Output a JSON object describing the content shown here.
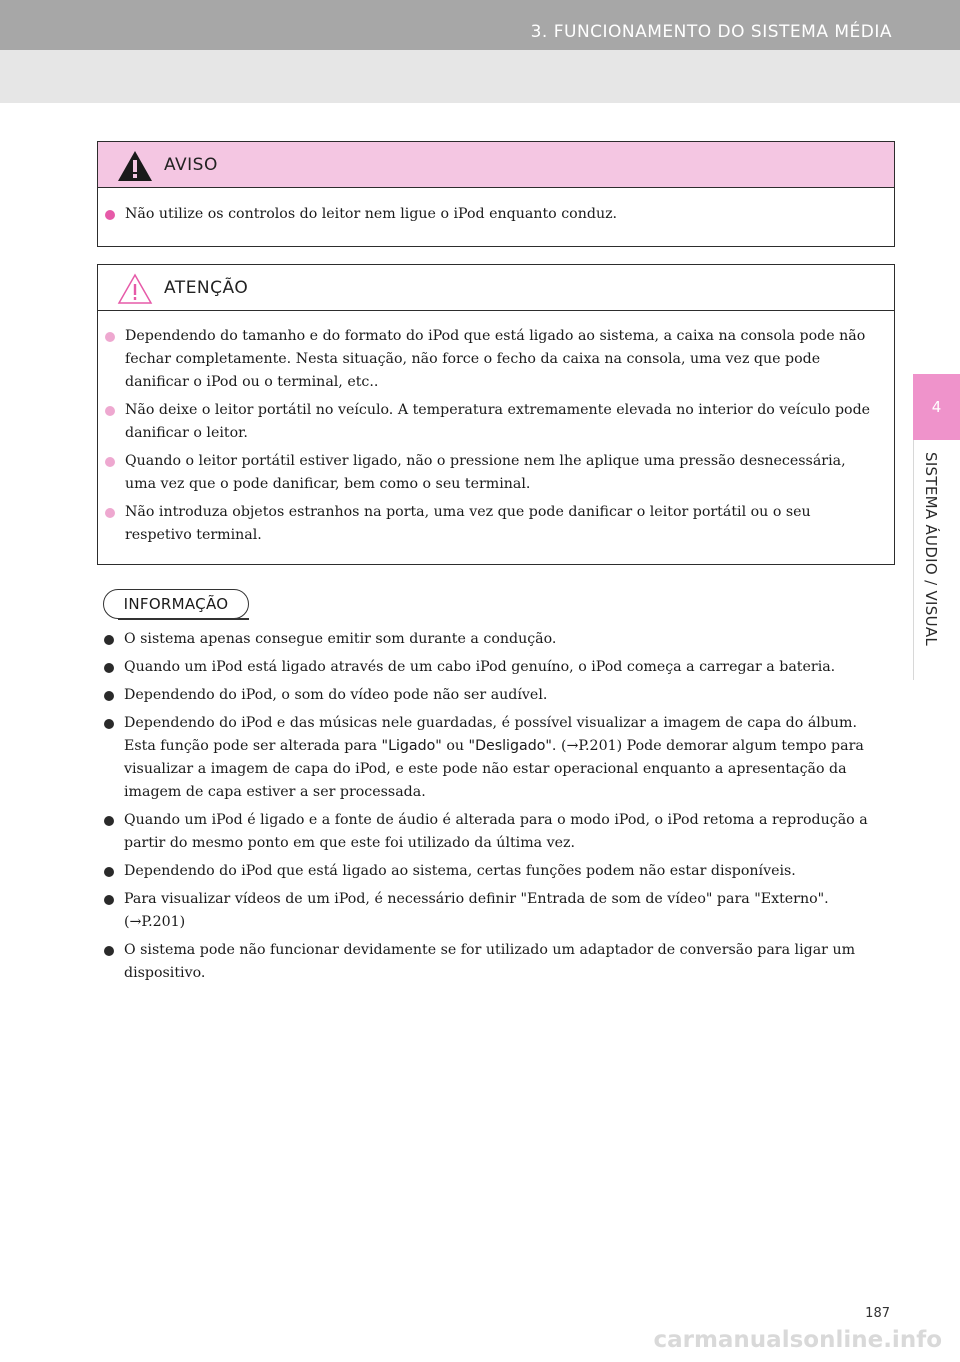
{
  "header": {
    "title": "3. FUNCIONAMENTO DO SISTEMA MÉDIA"
  },
  "side": {
    "tab_number": "4",
    "section_label": "SISTEMA ÁUDIO / VISUAL"
  },
  "aviso": {
    "title": "AVISO",
    "items": [
      "Não utilize os controlos do leitor nem ligue o iPod enquanto conduz."
    ]
  },
  "atencao": {
    "title": "ATENÇÃO",
    "items": [
      "Dependendo do tamanho e do formato do iPod que está ligado ao sistema, a caixa na consola pode não fechar completamente. Nesta situação, não force o fecho da caixa na consola, uma vez que pode danificar o iPod ou o terminal, etc..",
      "Não deixe o leitor portátil no veículo. A temperatura extremamente elevada no interior do veículo pode danificar o leitor.",
      "Quando o leitor portátil estiver ligado, não o pressione nem lhe aplique uma pressão desnecessária, uma vez que o pode danificar, bem como o seu terminal.",
      "Não introduza objetos estranhos na porta, uma vez que pode danificar o leitor portátil ou o seu respetivo terminal."
    ]
  },
  "informacao": {
    "title": "INFORMAÇÃO",
    "items": [
      "O sistema apenas consegue emitir som durante a condução.",
      "Quando um iPod está ligado através de um cabo iPod genuíno, o iPod começa a carregar a bateria.",
      "Dependendo do iPod, o som do vídeo pode não ser audível."
    ],
    "item4": {
      "pre": "Dependendo do iPod e das músicas nele guardadas, é possível visualizar a imagem de capa do álbum. Esta função pode ser alterada para ",
      "btn1": "\"Ligado\"",
      "mid": " ou ",
      "btn2": "\"Desligado\"",
      "post": ". (→P.201) Pode demorar algum tempo para visualizar a imagem de capa do iPod, e este pode não estar operacional enquanto a apresentação da imagem de capa estiver a ser processada."
    },
    "items_after": [
      "Quando um iPod é ligado e a fonte de áudio é alterada para o modo iPod, o iPod retoma a reprodução a partir do mesmo ponto em que este foi utilizado da última vez.",
      "Dependendo do iPod que está ligado ao sistema, certas funções podem não estar disponíveis.",
      "Para visualizar vídeos de um iPod, é necessário definir \"Entrada de som de vídeo\" para \"Externo\". (→P.201)",
      "O sistema pode não funcionar devidamente se for utilizado um adaptador de conversão para ligar um dispositivo."
    ]
  },
  "footer": {
    "page_number": "187",
    "watermark": "carmanualsonline.info"
  }
}
